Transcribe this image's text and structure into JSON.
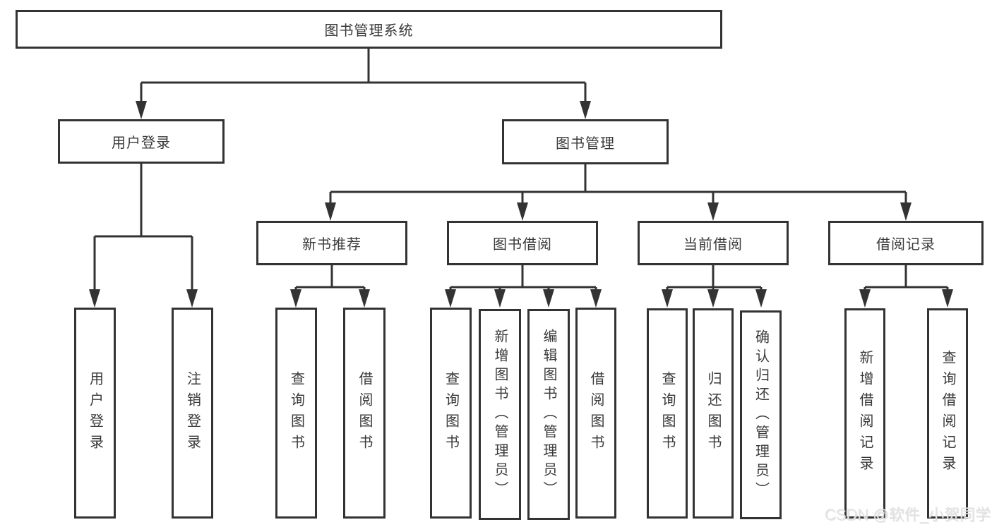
{
  "diagram": {
    "root": {
      "label": "图书管理系统"
    },
    "level2": {
      "user_login": {
        "label": "用户登录"
      },
      "book_mgmt": {
        "label": "图书管理"
      }
    },
    "level3": {
      "new_book_rec": {
        "label": "新书推荐"
      },
      "book_borrow": {
        "label": "图书借阅"
      },
      "current_borrow": {
        "label": "当前借阅"
      },
      "borrow_records": {
        "label": "借阅记录"
      }
    },
    "leaves": {
      "user_login_leaf": {
        "label": "用户登录"
      },
      "logout_login": {
        "label": "注销登录"
      },
      "rec_query_books": {
        "label": "查询图书"
      },
      "rec_borrow_books": {
        "label": "借阅图书"
      },
      "borrow_query_books": {
        "label": "查询图书"
      },
      "borrow_add_books": {
        "label": "新增图书（管理员）"
      },
      "borrow_edit_books": {
        "label": "编辑图书（管理员）"
      },
      "borrow_borrow_books": {
        "label": "借阅图书"
      },
      "current_query_books": {
        "label": "查询图书"
      },
      "current_return_books": {
        "label": "归还图书"
      },
      "current_confirm_return": {
        "label": "确认归还（管理员）"
      },
      "records_add_record": {
        "label": "新增借阅记录"
      },
      "records_query_record": {
        "label": "查询借阅记录"
      }
    }
  },
  "watermark": {
    "text": "CSDN @软件_小贺同学"
  },
  "colors": {
    "line": "#333333",
    "box_fill": "#ffffff",
    "text": "#3a3a3a",
    "watermark": "#e0e0e0"
  }
}
